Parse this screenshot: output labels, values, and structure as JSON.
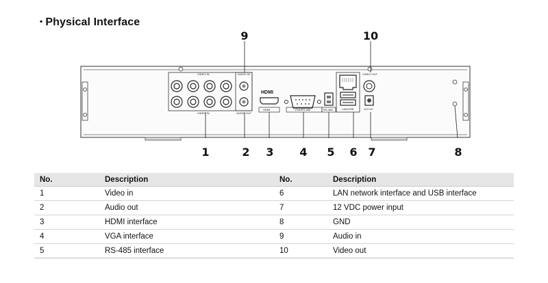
{
  "heading": {
    "bullet": "▪",
    "title": "Physical Interface"
  },
  "figure": {
    "callouts": [
      "1",
      "2",
      "3",
      "4",
      "5",
      "6",
      "7",
      "8",
      "9",
      "10"
    ],
    "panel_labels": {
      "video_in_top": "VIDEO IN",
      "video_in_bottom": "VIDEO IN",
      "audio_in": "AUDIO IN",
      "audio_out": "AUDIO OUT",
      "hdmi_logo": "HDMI",
      "hdmi_label": "HDMI",
      "vga_label": "VGA/RS-485",
      "rs485_label": "RS-485",
      "lan_usb_label": "LAN/USB",
      "video_out": "VIDEO OUT",
      "power_label": "12V DC"
    }
  },
  "table": {
    "headers": [
      "No.",
      "Description",
      "No.",
      "Description"
    ],
    "rows": [
      [
        "1",
        "Video in",
        "6",
        "LAN network interface and USB interface"
      ],
      [
        "2",
        "Audio out",
        "7",
        "12 VDC power input"
      ],
      [
        "3",
        "HDMI interface",
        "8",
        "GND"
      ],
      [
        "4",
        "VGA interface",
        "9",
        "Audio in"
      ],
      [
        "5",
        "RS-485 interface",
        "10",
        "Video out"
      ]
    ]
  }
}
